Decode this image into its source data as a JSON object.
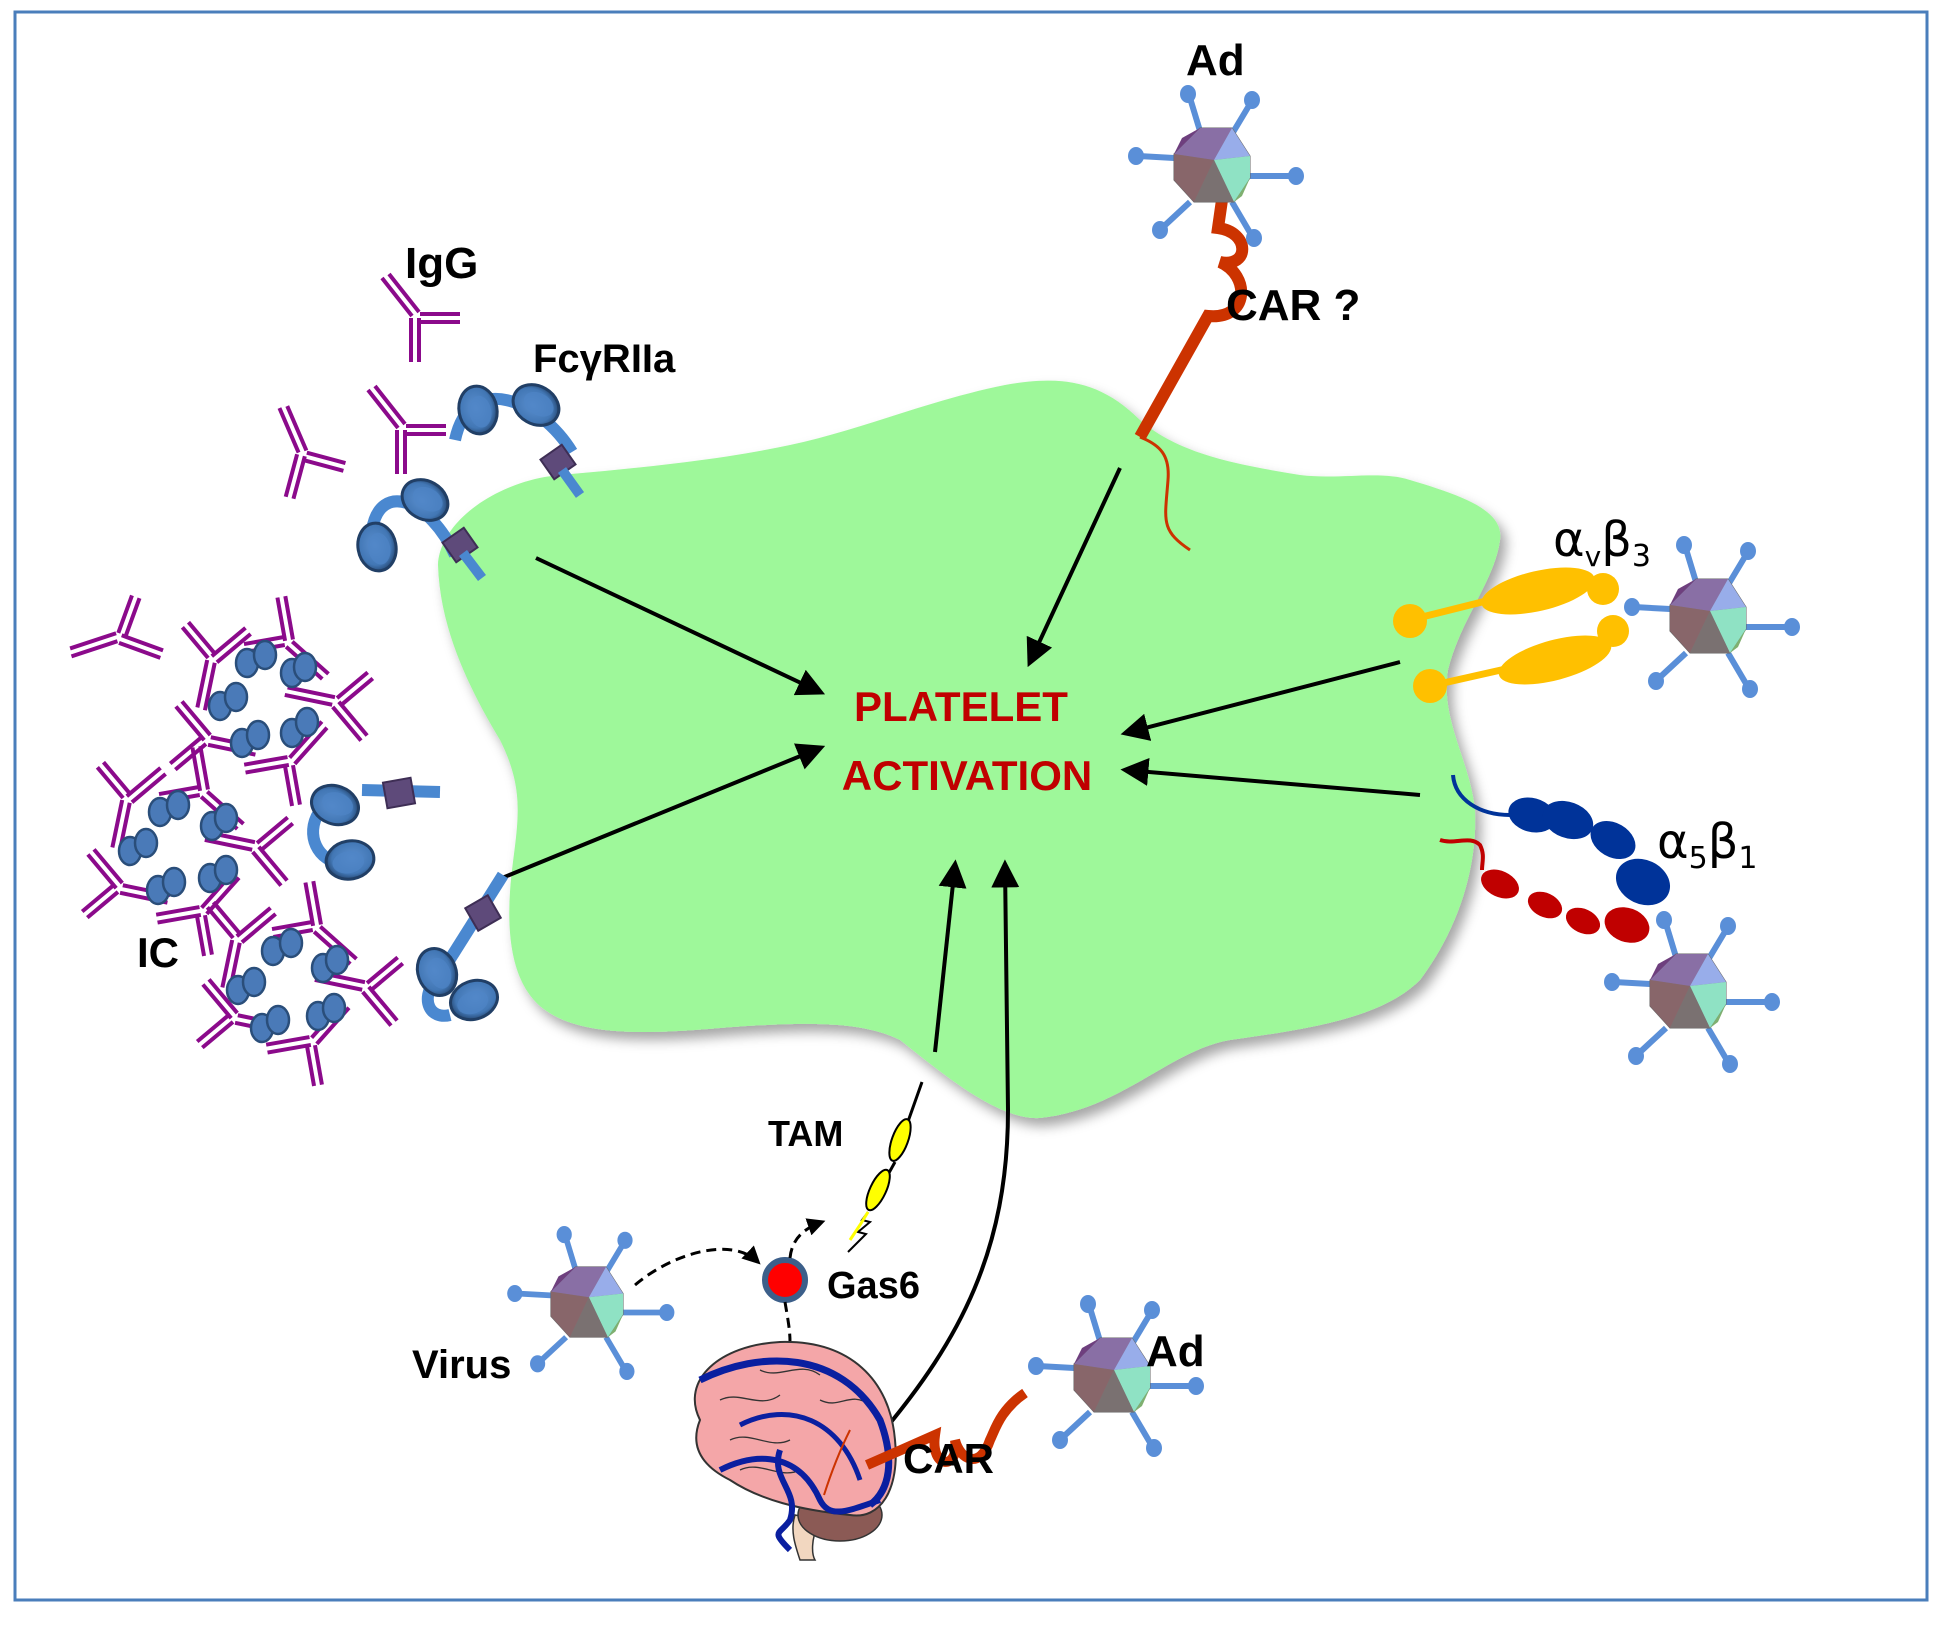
{
  "figure": {
    "title": "Platelet activation by viruses and immune complexes",
    "colors": {
      "frame": "#4a7ebb",
      "platelet_fill": "#9ef89a",
      "center_text": "#c00000",
      "antibody": "#8b0a8b",
      "fc_receptor": "#4a88d0",
      "fc_domain": "#3b6ea5",
      "fc_box": "#5e4a7a",
      "car": "#cc3300",
      "integrin_avb3": "#ffc000",
      "integrin_a5": "#003399",
      "integrin_b1": "#c00000",
      "tam": "#ffff00",
      "gas6_core": "#ff0000",
      "gas6_ring": "#3c5f8a",
      "virus_fiber": "#5a8fd8",
      "brain": "#f4a6a8",
      "vessels": "#0a1fa0"
    }
  },
  "center": {
    "line1": "PLATELET",
    "line2": "ACTIVATION"
  },
  "labels": {
    "ad_top": "Ad",
    "car_question": "CAR ?",
    "igg": "IgG",
    "fcgriia": "FcγRIIa",
    "avb3": {
      "alpha": "α",
      "alpha_sub": "v",
      "beta": "β",
      "beta_sub": "3"
    },
    "a5b1": {
      "alpha": "α",
      "alpha_sub": "5",
      "beta": "β",
      "beta_sub": "1"
    },
    "ic": "IC",
    "tam": "TAM",
    "gas6": "Gas6",
    "virus": "Virus",
    "ad_bottom": "Ad",
    "car_bottom": "CAR"
  },
  "pathways": [
    {
      "source": "FcγRIIa-IgG",
      "target": "PLATELET ACTIVATION",
      "style": "solid"
    },
    {
      "source": "FcγRIIa-IC",
      "target": "PLATELET ACTIVATION",
      "style": "solid"
    },
    {
      "source": "CAR ?",
      "target": "PLATELET ACTIVATION",
      "style": "solid"
    },
    {
      "source": "αvβ3",
      "target": "PLATELET ACTIVATION",
      "style": "solid"
    },
    {
      "source": "α5β1",
      "target": "PLATELET ACTIVATION",
      "style": "solid"
    },
    {
      "source": "TAM",
      "target": "PLATELET ACTIVATION",
      "style": "solid"
    },
    {
      "source": "CAR (endothelium)",
      "target": "PLATELET ACTIVATION",
      "style": "solid"
    },
    {
      "source": "Virus",
      "target": "Gas6",
      "style": "dashed"
    },
    {
      "source": "Gas6",
      "target": "TAM",
      "style": "dashed"
    }
  ]
}
